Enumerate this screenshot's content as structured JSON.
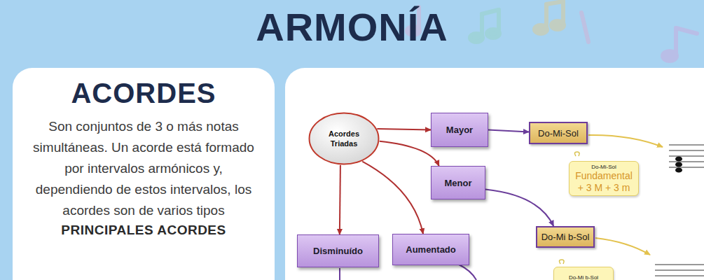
{
  "diagram": {
    "title": "ARMONÍA",
    "nodes": [
      {
        "text": [
          "ACORDES",
          "Son conjuntos de 3 o más notas simultáneas. Un acorde está formado por intervalos armónicos y, dependiendo de estos intervalos, los acordes son de varios tipos",
          "PRINCIPALES ACORDES"
        ]
      },
      {
        "text": [
          "Acordes Triadas"
        ]
      },
      {
        "text": [
          "Mayor"
        ]
      },
      {
        "text": [
          "Menor"
        ]
      },
      {
        "text": [
          "Disminuído"
        ]
      },
      {
        "text": [
          "Aumentado"
        ]
      },
      {
        "text": [
          "Do-Mi-Sol"
        ]
      },
      {
        "text": [
          "Do-Mi-Sol",
          "Fundamental + 3 M + 3 m"
        ]
      },
      {
        "text": [
          "Do-Mi b-Sol"
        ]
      },
      {
        "text": [
          "Do-Mi b-Sol"
        ]
      }
    ],
    "edges": [
      {
        "from": 1,
        "to": 2,
        "arrow": "to"
      },
      {
        "from": 1,
        "to": 3,
        "arrow": "to"
      },
      {
        "from": 1,
        "to": 4,
        "arrow": "to"
      },
      {
        "from": 1,
        "to": 5,
        "arrow": "to"
      },
      {
        "from": 2,
        "to": 6,
        "arrow": "to"
      },
      {
        "from": 3,
        "to": 8,
        "arrow": "to"
      }
    ]
  }
}
